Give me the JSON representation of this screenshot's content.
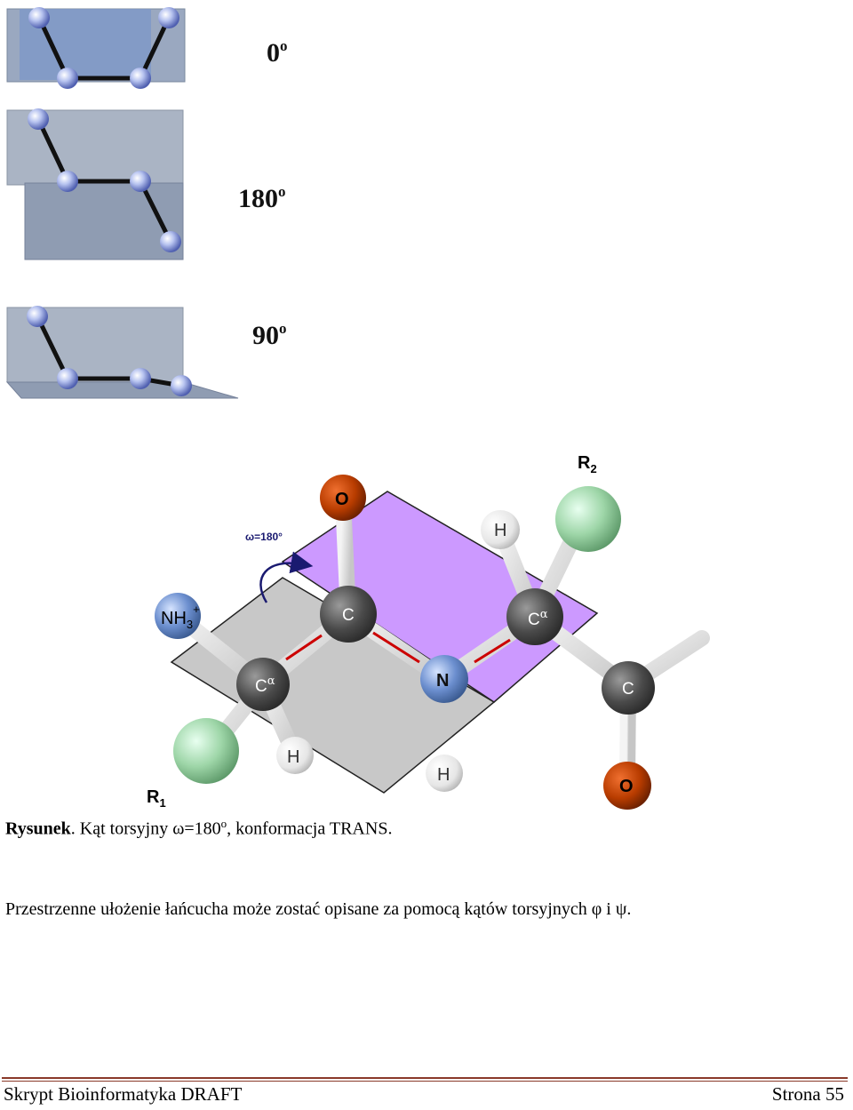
{
  "figures": {
    "angles": [
      {
        "value": "0",
        "unit": "o"
      },
      {
        "value": "180",
        "unit": "o"
      },
      {
        "value": "90",
        "unit": "o"
      }
    ]
  },
  "peptide": {
    "omega_label": "ω=180°",
    "atoms": {
      "nh3": "NH",
      "nh3_sub": "3",
      "nh3_charge": "+",
      "ca1": "C",
      "ca_symbol": "α",
      "c1": "C",
      "o1": "O",
      "n": "N",
      "h_n": "H",
      "h_ca1": "H",
      "ca2": "C",
      "h_ca2": "H",
      "c2": "C",
      "o2": "O",
      "r1": "R",
      "r1_sub": "1",
      "r2": "R",
      "r2_sub": "2"
    },
    "colors": {
      "plane_purple": "#cc99ff",
      "plane_gray": "#c8c8c8",
      "oxygen": "#c04000",
      "nitrogen": "#5a7fb8",
      "carbon": "#555555",
      "r_group": "#8fc79a",
      "peptide_bond": "#cc0000"
    }
  },
  "caption": {
    "label": "Rysunek",
    "text_before": ". Kąt torsyjny ω=180",
    "sup": "o",
    "text_after": ", konformacja TRANS."
  },
  "paragraph": "Przestrzenne ułożenie łańcucha może zostać opisane za pomocą kątów torsyjnych φ i ψ.",
  "footer": {
    "left": "Skrypt Bioinformatyka DRAFT",
    "right": "Strona 55"
  }
}
